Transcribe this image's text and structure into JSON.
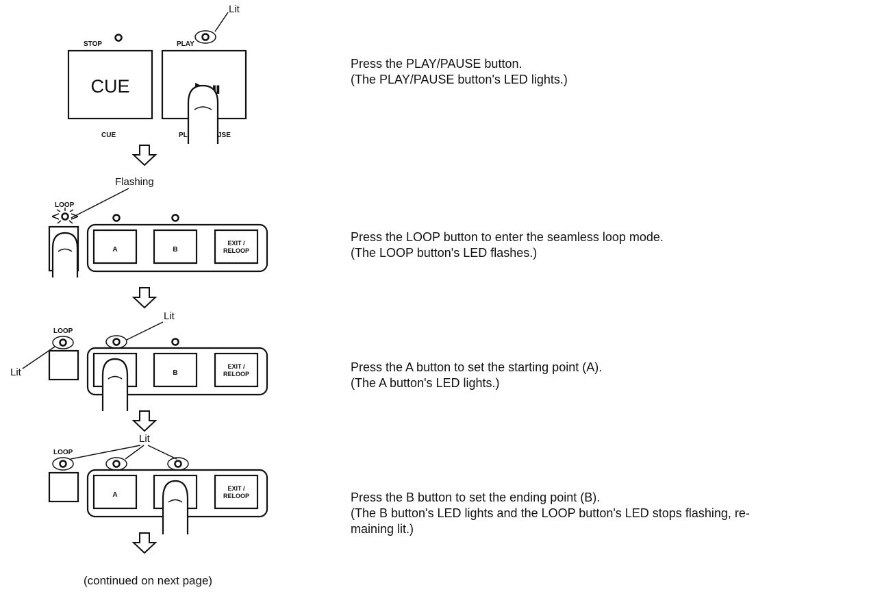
{
  "steps": [
    {
      "instruction": "Press the PLAY/PAUSE button.",
      "note": "(The PLAY/PAUSE button's LED lights.)",
      "callouts": [
        "Lit"
      ],
      "labels": {
        "stop": "STOP",
        "play": "PLAY",
        "cue_face": "CUE",
        "cue_below": "CUE",
        "play_pause_below_left": "PL",
        "play_pause_below_right": "JSE",
        "play_pause_face": "▶⏸"
      }
    },
    {
      "instruction": "Press the LOOP button to enter the seamless loop mode.",
      "note": "(The LOOP button's LED flashes.)",
      "callouts": [
        "Flashing"
      ],
      "labels": {
        "loop": "LOOP",
        "a": "A",
        "b": "B",
        "exit_1": "EXIT /",
        "exit_2": "RELOOP"
      }
    },
    {
      "instruction": "Press the A button to set the starting point (A).",
      "note": "(The A button's LED lights.)",
      "callouts": [
        "Lit",
        "Lit"
      ],
      "labels": {
        "loop": "LOOP",
        "b": "B",
        "exit_1": "EXIT /",
        "exit_2": "RELOOP"
      }
    },
    {
      "instruction": "Press the B button to set the ending point (B).",
      "note": "(The B button's LED lights and the LOOP button's LED stops flashing, re-",
      "note_cont": "maining lit.)",
      "callouts": [
        "Lit"
      ],
      "labels": {
        "loop": "LOOP",
        "a": "A",
        "exit_1": "EXIT /",
        "exit_2": "RELOOP"
      }
    }
  ],
  "footer": "(continued on next page)"
}
